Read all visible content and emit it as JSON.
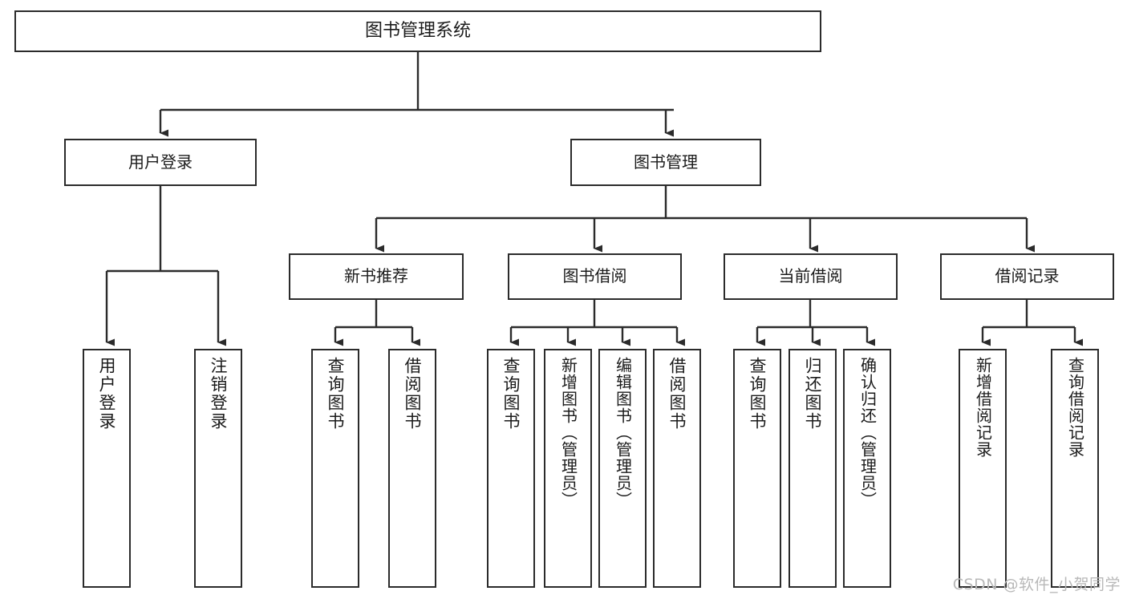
{
  "diagram": {
    "type": "tree-hierarchy",
    "title": "图书管理系统",
    "watermark": "CSDN @软件_小贺同学",
    "colors": {
      "background": "#ffffff",
      "box_border": "#2b2b2b",
      "box_fill": "#ffffff",
      "connector": "#2b2b2b",
      "text": "#1b1b1b",
      "watermark": "#b8b8b8"
    },
    "root": {
      "label": "图书管理系统"
    },
    "level1": [
      {
        "label": "用户登录"
      },
      {
        "label": "图书管理"
      }
    ],
    "level2": [
      {
        "label": "新书推荐"
      },
      {
        "label": "图书借阅"
      },
      {
        "label": "当前借阅"
      },
      {
        "label": "借阅记录"
      }
    ],
    "leaves": {
      "user_login": [
        {
          "label": "用户登录"
        },
        {
          "label": "注销登录"
        }
      ],
      "new_book_recommend": [
        {
          "label": "查询图书"
        },
        {
          "label": "借阅图书"
        }
      ],
      "book_borrow": [
        {
          "label": "查询图书"
        },
        {
          "label": "新增图书（管理员）"
        },
        {
          "label": "编辑图书（管理员）"
        },
        {
          "label": "借阅图书"
        }
      ],
      "current_borrow": [
        {
          "label": "查询图书"
        },
        {
          "label": "归还图书"
        },
        {
          "label": "确认归还（管理员）"
        }
      ],
      "borrow_records": [
        {
          "label": "新增借阅记录"
        },
        {
          "label": "查询借阅记录"
        }
      ]
    }
  }
}
